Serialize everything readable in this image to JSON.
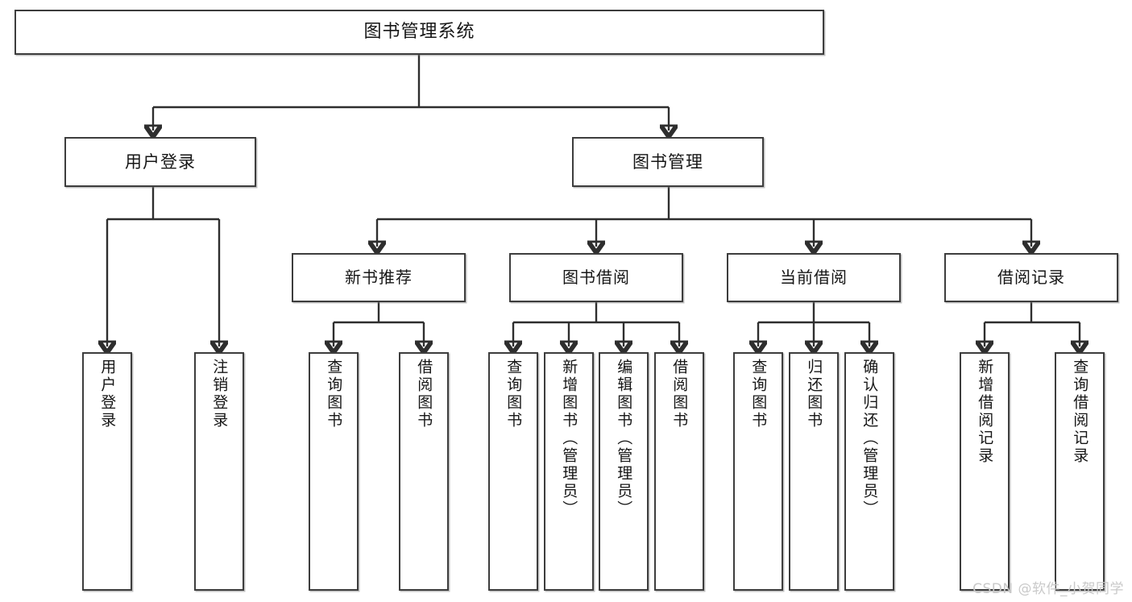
{
  "diagram": {
    "type": "tree",
    "title": "图书管理系统",
    "watermark": "CSDN @软件_小贺同学",
    "colors": {
      "box_border": "#3d3d3d",
      "connector": "#2e2e2e",
      "background": "#ffffff",
      "text": "#161616",
      "watermark": "#c9c9c9"
    },
    "nodes": {
      "root": {
        "label": "图书管理系统"
      },
      "level2": [
        {
          "label": "用户登录"
        },
        {
          "label": "图书管理"
        }
      ],
      "level3": [
        {
          "label": "新书推荐"
        },
        {
          "label": "图书借阅"
        },
        {
          "label": "当前借阅"
        },
        {
          "label": "借阅记录"
        }
      ],
      "leaves": [
        {
          "label": "用户登录"
        },
        {
          "label": "注销登录"
        },
        {
          "label": "查询图书"
        },
        {
          "label": "借阅图书"
        },
        {
          "label": "查询图书"
        },
        {
          "label": "新增图书（管理员）"
        },
        {
          "label": "编辑图书（管理员）"
        },
        {
          "label": "借阅图书"
        },
        {
          "label": "查询图书"
        },
        {
          "label": "归还图书"
        },
        {
          "label": "确认归还（管理员）"
        },
        {
          "label": "新增借阅记录"
        },
        {
          "label": "查询借阅记录"
        }
      ]
    }
  }
}
